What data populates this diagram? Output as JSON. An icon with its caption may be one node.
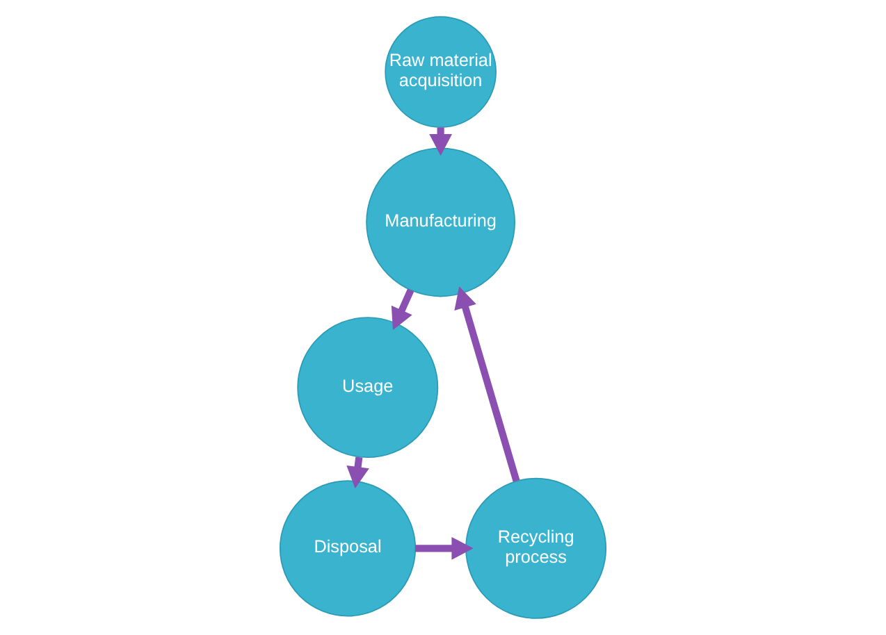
{
  "diagram": {
    "nodes": [
      {
        "text": [
          "Raw material acquisition"
        ]
      },
      {
        "text": [
          "Manufacturing"
        ]
      },
      {
        "text": [
          "Usage"
        ]
      },
      {
        "text": [
          "Disposal"
        ]
      },
      {
        "text": [
          "Recycling process"
        ]
      }
    ],
    "edges": [
      {
        "from": 0,
        "to": 1,
        "arrow": "to"
      },
      {
        "from": 1,
        "to": 2,
        "arrow": "to"
      },
      {
        "from": 2,
        "to": 3,
        "arrow": "to"
      },
      {
        "from": 3,
        "to": 4,
        "arrow": "to"
      },
      {
        "from": 4,
        "to": 1,
        "arrow": "to"
      }
    ]
  }
}
